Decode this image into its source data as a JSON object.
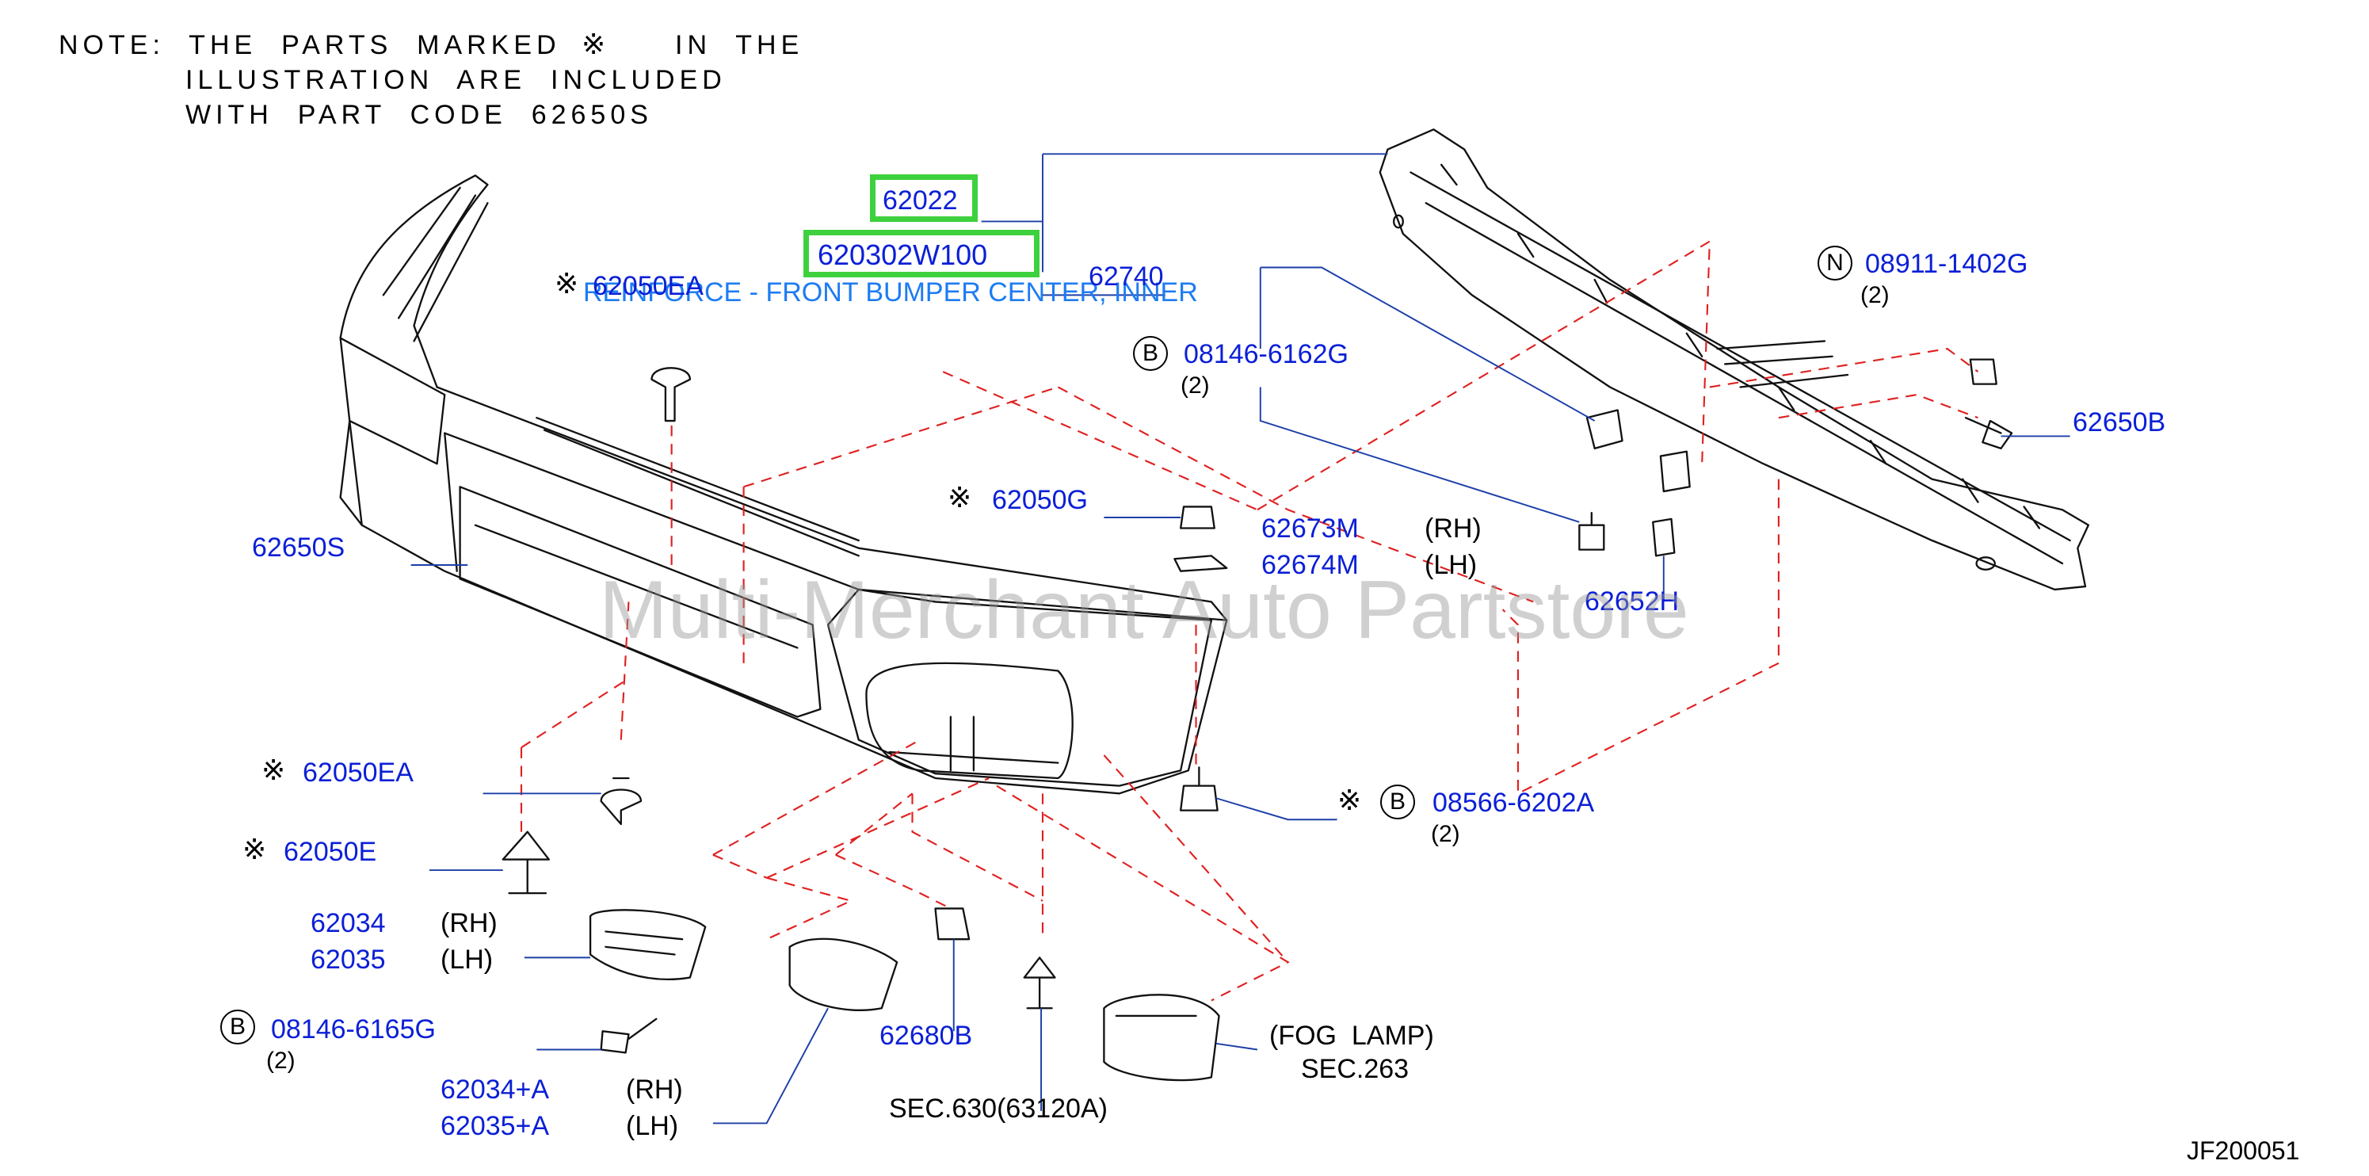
{
  "note": {
    "line1": "NOTE:  THE  PARTS  MARKED",
    "line1_mark": "※",
    "line1_end": "IN  THE",
    "line2": "ILLUSTRATION  ARE  INCLUDED",
    "line3": "WITH  PART  CODE  62650S"
  },
  "highlighted": [
    {
      "part": "62022"
    },
    {
      "part": "620302W100"
    }
  ],
  "description": "REINFORCE - FRONT BUMPER CENTER, INNER",
  "mark_symbol": "※",
  "parts": [
    {
      "code": "62050EA",
      "marked": true
    },
    {
      "code": "62740"
    },
    {
      "code": "08146-6162G",
      "circle": "B",
      "qty": "(2)"
    },
    {
      "code": "08911-1402G",
      "circle": "N",
      "qty": "(2)"
    },
    {
      "code": "62650B"
    },
    {
      "code": "62050G",
      "marked": true
    },
    {
      "code": "62673M",
      "side": "(RH)"
    },
    {
      "code": "62674M",
      "side": "(LH)"
    },
    {
      "code": "62650S"
    },
    {
      "code": "62652H"
    },
    {
      "code": "62050EA",
      "marked": true
    },
    {
      "code": "62050E",
      "marked": true
    },
    {
      "code": "08566-6202A",
      "circle": "B",
      "marked": true,
      "qty": "(2)"
    },
    {
      "code": "62034",
      "side": "(RH)"
    },
    {
      "code": "62035",
      "side": "(LH)"
    },
    {
      "code": "08146-6165G",
      "circle": "B",
      "qty": "(2)"
    },
    {
      "code": "62680B"
    },
    {
      "code": "62034+A",
      "side": "(RH)"
    },
    {
      "code": "62035+A",
      "side": "(LH)"
    }
  ],
  "fog_lamp": {
    "label": "(FOG  LAMP)",
    "sec": "SEC.263"
  },
  "sec630": "SEC.630(63120A)",
  "watermark": "Multi-Merchant Auto Partstore",
  "diagram_code": "JF200051",
  "colors": {
    "part_number": "#0b1fd6",
    "highlight": "#3ed13e",
    "description": "#1d7cf2",
    "dash": "#e02020",
    "leader": "#1c3fa8"
  }
}
